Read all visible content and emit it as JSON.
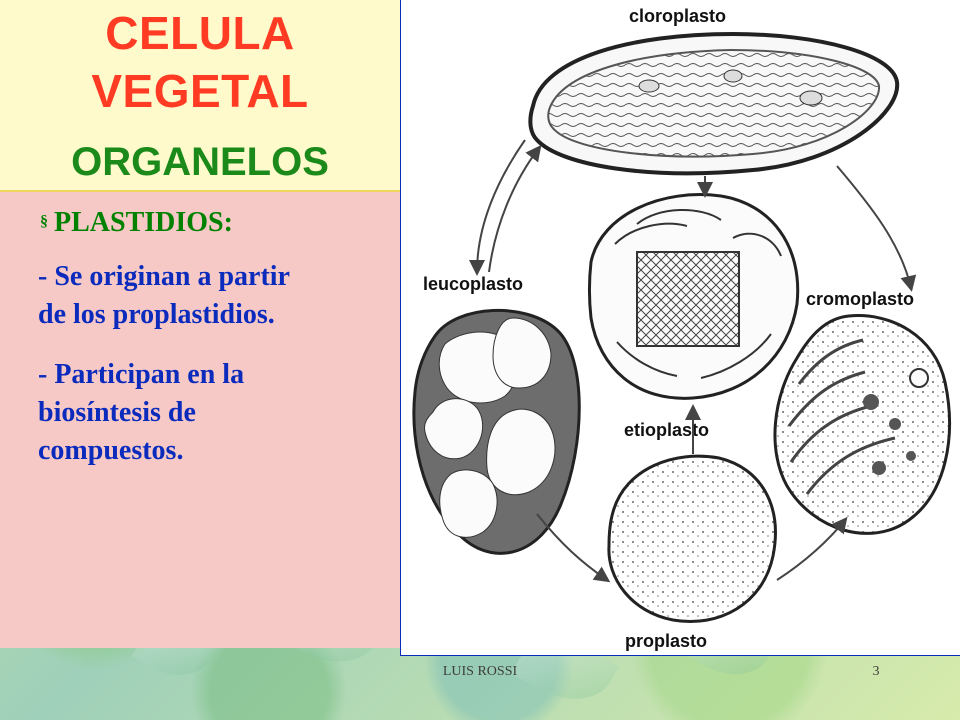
{
  "title": {
    "main_line_1": "CELULA",
    "main_line_2": "VEGETAL",
    "subtitle": "ORGANELOS"
  },
  "content": {
    "section_label": "PLASTIDIOS:",
    "bullet_symbol": "§",
    "points": [
      "-  Se originan a partir\n  de los proplastidios.",
      "-  Participan en la\n  biosíntesis  de\n  compuestos."
    ]
  },
  "diagram": {
    "labels": {
      "cloroplasto": "cloroplasto",
      "leucoplasto": "leucoplasto",
      "cromoplasto": "cromoplasto",
      "etioplasto": "etioplasto",
      "proplasto": "proplasto"
    }
  },
  "footer": {
    "author": "LUIS ROSSI",
    "page_number": "3"
  },
  "colors": {
    "title_red": "#ff3b24",
    "title_green": "#1b8a1b",
    "bullet_green": "#008200",
    "text_blue": "#0b2bbd",
    "title_panel": "#fffacc",
    "content_panel": "#f6c9c6"
  }
}
